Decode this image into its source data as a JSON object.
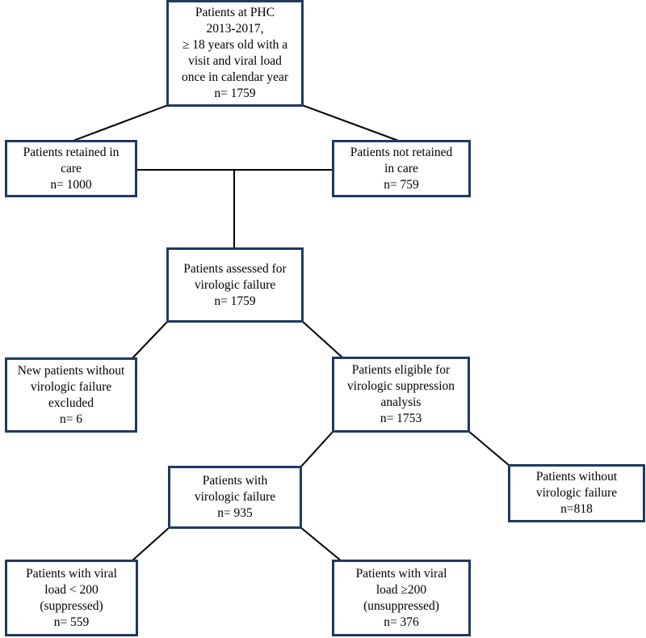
{
  "nodes": {
    "root": {
      "lines": [
        "Patients at PHC",
        "2013-2017,",
        "≥ 18 years old with a",
        "visit and viral load",
        "once in calendar year",
        "n= 1759"
      ]
    },
    "retained": {
      "lines": [
        "Patients retained in",
        "care",
        "n= 1000"
      ]
    },
    "not_retained": {
      "lines": [
        "Patients not retained",
        "in care",
        "n= 759"
      ]
    },
    "assessed": {
      "lines": [
        "Patients assessed for",
        "virologic failure",
        "n= 1759"
      ]
    },
    "excluded": {
      "lines": [
        "New patients without",
        "virologic failure",
        "excluded",
        "n= 6"
      ]
    },
    "eligible": {
      "lines": [
        "Patients eligible for",
        "virologic suppression",
        "analysis",
        "n= 1753"
      ]
    },
    "failure": {
      "lines": [
        "Patients with",
        "virologic failure",
        "n= 935"
      ]
    },
    "no_failure": {
      "lines": [
        "Patients without",
        "virologic failure",
        "n=818"
      ]
    },
    "suppressed": {
      "lines": [
        "Patients with viral",
        "load < 200",
        "(suppressed)",
        "n= 559"
      ]
    },
    "unsuppressed": {
      "lines": [
        "Patients with viral",
        "load ≥200",
        "(unsuppressed)",
        "n= 376"
      ]
    }
  }
}
